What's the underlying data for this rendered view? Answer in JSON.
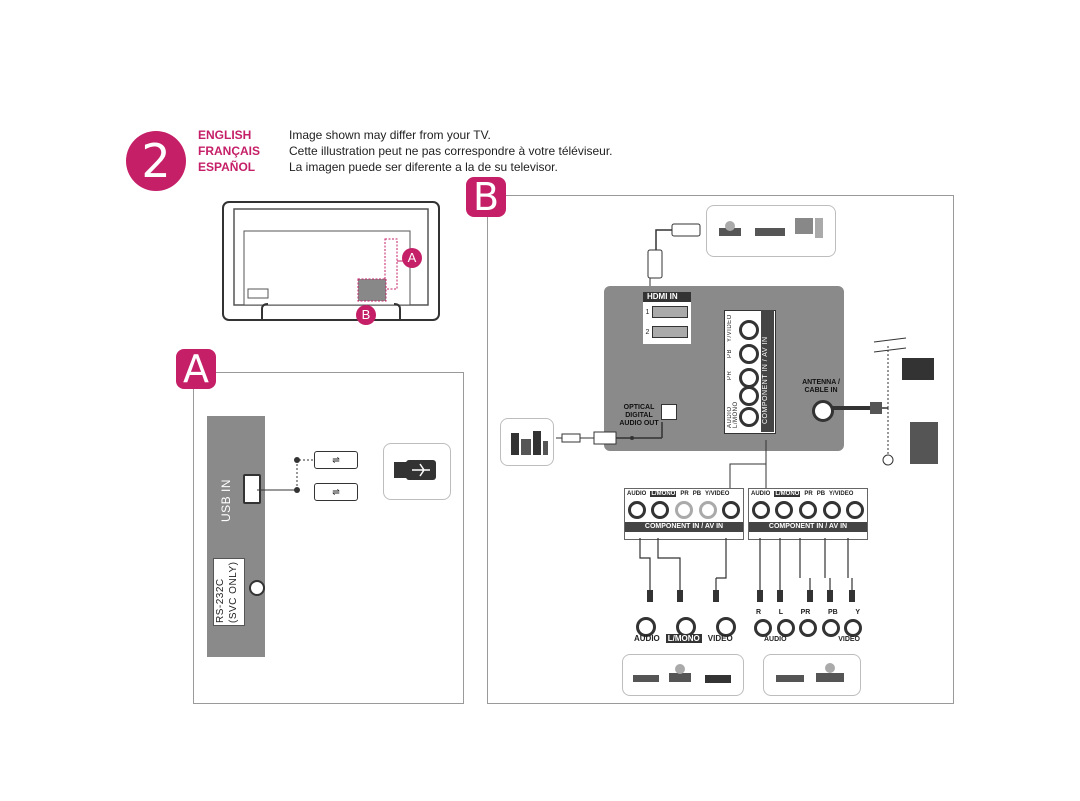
{
  "step": {
    "number": "2"
  },
  "languages": [
    {
      "name": "ENGLISH",
      "text": "Image shown may differ from your TV."
    },
    {
      "name": "FRANÇAIS",
      "text": "Cette illustration peut ne pas correspondre à votre téléviseur."
    },
    {
      "name": "ESPAÑOL",
      "text": "La imagen puede ser diferente a la de su televisor."
    }
  ],
  "tv_back": {
    "callout_a": "A",
    "callout_b": "B"
  },
  "panel_a": {
    "badge": "A",
    "usb_label": "USB IN",
    "rs232_label_1": "RS-232C",
    "rs232_label_2": "(SVC ONLY)"
  },
  "panel_b": {
    "badge": "B",
    "hdmi_label": "HDMI IN",
    "hdmi_port_1": "1",
    "hdmi_port_2": "2",
    "optical_label_1": "OPTICAL",
    "optical_label_2": "DIGITAL",
    "optical_label_3": "AUDIO OUT",
    "component_vertical_label": "COMPONENT IN / AV IN",
    "component_jacks": {
      "y_video": "Y/VIDEO",
      "pb": "PB",
      "pr": "PR",
      "audio_lmono": "AUDIO L/MONO"
    },
    "antenna_label_1": "ANTENNA /",
    "antenna_label_2": "CABLE IN",
    "av_strip_left": {
      "audio": "AUDIO",
      "lmono": "L/MONO",
      "pr": "PR",
      "pb": "PB",
      "yvideo": "Y/VIDEO",
      "caption": "COMPONENT IN / AV IN"
    },
    "av_strip_right": {
      "audio": "AUDIO",
      "lmono": "L/MONO",
      "pr": "PR",
      "pb": "PB",
      "yvideo": "Y/VIDEO",
      "caption": "COMPONENT IN / AV IN"
    },
    "external_left": {
      "audio": "AUDIO",
      "lmono": "L/MONO",
      "video": "VIDEO"
    },
    "external_right": {
      "r": "R",
      "l": "L",
      "pr": "PR",
      "pb": "PB",
      "y": "Y",
      "audio": "AUDIO",
      "video": "VIDEO"
    }
  },
  "colors": {
    "accent": "#c51f68",
    "panel_gray": "#8a8a8a",
    "dark": "#3a3a3a"
  }
}
